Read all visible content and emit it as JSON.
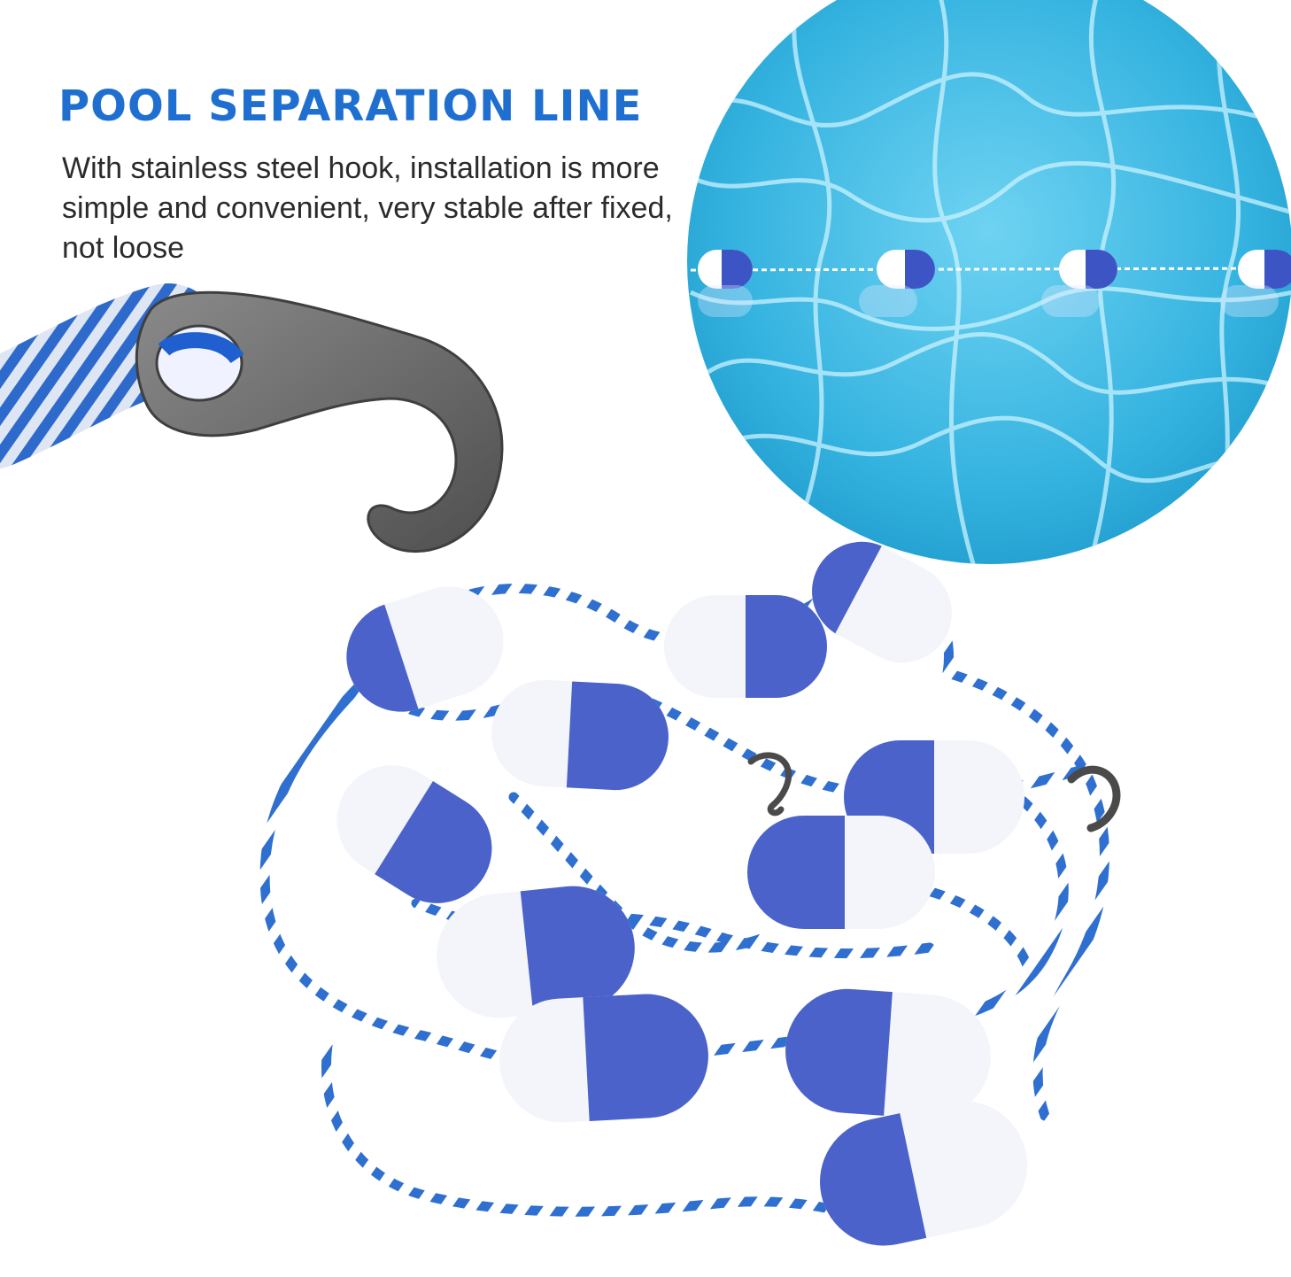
{
  "headline": "POOL SEPARATION LINE",
  "description": "With stainless steel hook, installation is more simple and convenient, very stable after fixed, not loose",
  "colors": {
    "accent_blue": "#1f6fd1",
    "float_blue": "#4a62c9",
    "float_white": "#f4f5fb",
    "water": "#3fb8e2",
    "hook_metal": "#6e6e6e"
  },
  "icons": [
    "hook-closeup",
    "pool-water-circle",
    "float-rope-coil"
  ]
}
